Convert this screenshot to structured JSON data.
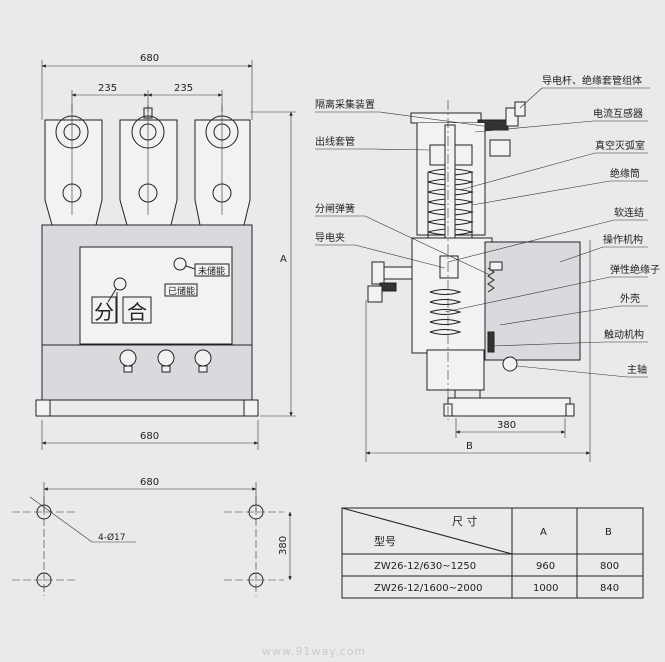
{
  "dimensions": {
    "front_overall_width": "680",
    "front_pole_spacing_left": "235",
    "front_pole_spacing_right": "235",
    "front_base_width": "680",
    "front_height_label": "A",
    "mount_width": "680",
    "mount_depth": "380",
    "mount_holes": "4-Ø17",
    "side_depth": "380",
    "side_overall_label": "B"
  },
  "panel": {
    "open_label": "分",
    "close_label": "合",
    "not_charged": "未储能",
    "charged": "已储能"
  },
  "callouts_left": [
    "隔离采集装置",
    "出线套管",
    "分闸弹簧",
    "导电夹"
  ],
  "callouts_right": [
    "导电杆、绝缘套管组体",
    "电流互感器",
    "真空灭弧室",
    "绝缘筒",
    "软连结",
    "操作机构",
    "弹性绝缘子",
    "外壳",
    "触动机构",
    "主轴"
  ],
  "table": {
    "header_top": "尺 寸",
    "header_bottom": "型号",
    "col_a": "A",
    "col_b": "B",
    "rows": [
      {
        "model": "ZW26-12/630~1250",
        "a": "960",
        "b": "800"
      },
      {
        "model": "ZW26-12/1600~2000",
        "a": "1000",
        "b": "840"
      }
    ]
  },
  "watermark": "www.91way.com"
}
